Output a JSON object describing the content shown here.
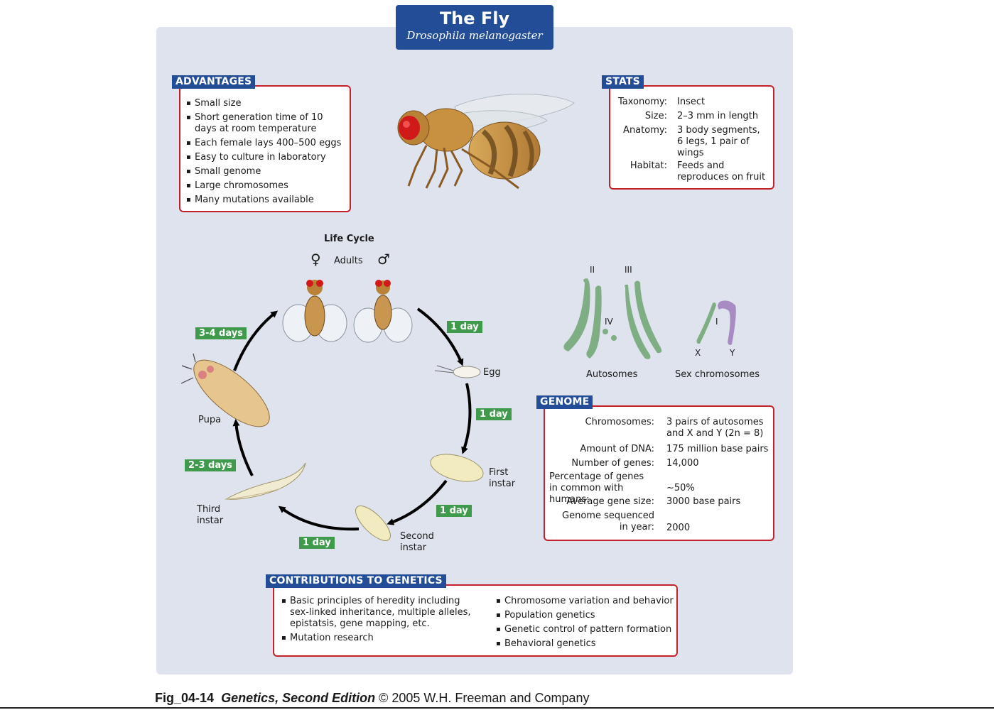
{
  "title": {
    "main": "The Fly",
    "sub": "Drosophila melanogaster"
  },
  "advantages": {
    "heading": "ADVANTAGES",
    "items": [
      "Small size",
      "Short generation time of 10 days at room temperature",
      "Each female lays 400–500 eggs",
      "Easy to culture in laboratory",
      "Small genome",
      "Large chromosomes",
      "Many mutations available"
    ]
  },
  "stats": {
    "heading": "STATS",
    "rows": [
      {
        "key": "Taxonomy:",
        "value": "Insect"
      },
      {
        "key": "Size:",
        "value": "2–3 mm in length"
      },
      {
        "key": "Anatomy:",
        "value": "3 body segments, 6 legs, 1 pair of wings"
      },
      {
        "key": "Habitat:",
        "value": "Feeds and reproduces on fruit"
      }
    ]
  },
  "lifecycle": {
    "heading": "Life Cycle",
    "female_symbol": "♀",
    "male_symbol": "♂",
    "stages": {
      "adults": "Adults",
      "egg": "Egg",
      "first_instar": "First instar",
      "second_instar": "Second instar",
      "third_instar": "Third instar",
      "pupa": "Pupa"
    },
    "durations": {
      "adult_to_egg": "1 day",
      "egg_to_first": "1 day",
      "first_to_second": "1 day",
      "second_to_third": "1 day",
      "third_to_pupa": "2-3 days",
      "pupa_to_adult": "3-4 days"
    }
  },
  "chromosomes": {
    "labels": {
      "two": "II",
      "three": "III",
      "four": "IV",
      "one": "I",
      "x": "X",
      "y": "Y"
    },
    "autosomes": "Autosomes",
    "sex": "Sex chromosomes",
    "colors": {
      "autosome": "#7fae84",
      "y": "#a98bc4"
    }
  },
  "genome": {
    "heading": "GENOME",
    "rows": [
      {
        "key": "Chromosomes:",
        "value": "3 pairs of autosomes and X and Y (2n = 8)"
      },
      {
        "key": "Amount of DNA:",
        "value": "175 million base pairs"
      },
      {
        "key": "Number of genes:",
        "value": "14,000"
      },
      {
        "key": "Percentage of genes in common with humans:",
        "value": "~50%"
      },
      {
        "key": "Average gene size:",
        "value": "3000 base pairs"
      },
      {
        "key": "Genome sequenced in year:",
        "value": "2000"
      }
    ]
  },
  "contributions": {
    "heading": "CONTRIBUTIONS TO GENETICS",
    "left": [
      "Basic principles of heredity including sex-linked inheritance, multiple alleles, epistatsis, gene mapping, etc.",
      "Mutation research"
    ],
    "right": [
      "Chromosome variation and behavior",
      "Population genetics",
      "Genetic control of pattern formation",
      "Behavioral genetics"
    ]
  },
  "caption": {
    "fig": "Fig_04-14",
    "book": "Genetics, Second Edition",
    "rest": "© 2005 W.H. Freeman and Company"
  },
  "colors": {
    "navy": "#234d96",
    "red": "#c4202a",
    "green": "#3f9a4c",
    "panel": "#dfe3ed"
  }
}
